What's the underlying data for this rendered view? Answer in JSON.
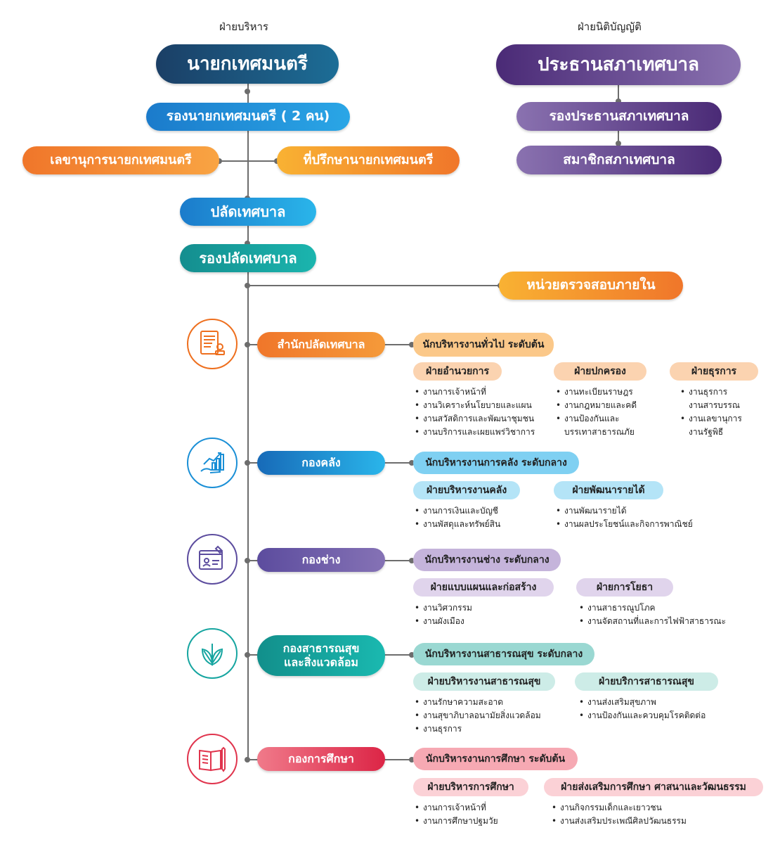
{
  "headers": {
    "executive": "ฝ่ายบริหาร",
    "legislative": "ฝ่ายนิติบัญญัติ"
  },
  "executive": {
    "mayor": "นายกเทศมนตรี",
    "deputy_mayor": "รองนายกเทศมนตรี ( 2 คน)",
    "secretary": "เลขานุการนายกเทศมนตรี",
    "advisor": "ที่ปรึกษานายกเทศมนตรี",
    "municipal_clerk": "ปลัดเทศบาล",
    "deputy_clerk": "รองปลัดเทศบาล",
    "audit_unit": "หน่วยตรวจสอบภายใน"
  },
  "legislative": {
    "president": "ประธานสภาเทศบาล",
    "vice_president": "รองประธานสภาเทศบาล",
    "members": "สมาชิกสภาเทศบาล"
  },
  "departments": [
    {
      "name": "สำนักปลัดเทศบาล",
      "head": "นักบริหารงานทั่วไป ระดับต้น",
      "icon": "document-stamp-icon",
      "color": "#ee6f1e",
      "divisions": [
        {
          "name": "ฝ่ายอำนวยการ",
          "tasks": [
            "งานการเจ้าหน้าที่",
            "งานวิเคราะห์นโยบายและแผน",
            "งานสวัสดิการและพัฒนาชุมชน",
            "งานบริการและเผยแพร่วิชาการ"
          ]
        },
        {
          "name": "ฝ่ายปกครอง",
          "tasks": [
            "งานทะเบียนราษฎร",
            "งานกฎหมายและคดี",
            "งานป้องกันและ"
          ],
          "extra": "บรรเทาสาธารณภัย"
        },
        {
          "name": "ฝ่ายธุรการ",
          "tasks": [
            "งานธุรการ"
          ],
          "extra1": "งานสารบรรณ",
          "tasks2": [
            "งานเลขานุการ"
          ],
          "extra2": "งานรัฐพิธี"
        }
      ]
    },
    {
      "name": "กองคลัง",
      "head": "นักบริหารงานการคลัง ระดับกลาง",
      "icon": "finance-growth-icon",
      "color": "#1a8fd6",
      "divisions": [
        {
          "name": "ฝ่ายบริหารงานคลัง",
          "tasks": [
            "งานการเงินและบัญชี",
            "งานพัสดุและทรัพย์สิน"
          ]
        },
        {
          "name": "ฝ่ายพัฒนารายได้",
          "tasks": [
            "งานพัฒนารายได้",
            "งานผลประโยชน์และกิจการพาณิชย์"
          ]
        }
      ]
    },
    {
      "name": "กองช่าง",
      "head": "นักบริหารงานช่าง ระดับกลาง",
      "icon": "engineer-wrench-icon",
      "color": "#5c4c9e",
      "divisions": [
        {
          "name": "ฝ่ายแบบแผนและก่อสร้าง",
          "tasks": [
            "งานวิศวกรรม",
            "งานผังเมือง"
          ]
        },
        {
          "name": "ฝ่ายการโยธา",
          "tasks": [
            "งานสาธารณูปโภค",
            "งานจัดสถานที่และการไฟฟ้าสาธารณะ"
          ]
        }
      ]
    },
    {
      "name_line1": "กองสาธารณสุข",
      "name_line2": "และสิ่งแวดล้อม",
      "head": "นักบริหารงานสาธารณสุข ระดับกลาง",
      "icon": "leaves-icon",
      "color": "#16a5a0",
      "divisions": [
        {
          "name": "ฝ่ายบริหารงานสาธารณสุข",
          "tasks": [
            "งานรักษาความสะอาด",
            "งานสุขาภิบาลอนามัยสิ่งแวดล้อม",
            "งานธุรการ"
          ]
        },
        {
          "name": "ฝ่ายบริการสาธารณสุข",
          "tasks": [
            "งานส่งเสริมสุขภาพ",
            "งานป้องกันและควบคุมโรคติดต่อ"
          ]
        }
      ]
    },
    {
      "name": "กองการศึกษา",
      "head": "นักบริหารงานการศึกษา ระดับต้น",
      "icon": "book-pencil-icon",
      "color": "#e0344d",
      "divisions": [
        {
          "name": "ฝ่ายบริหารการศึกษา",
          "tasks": [
            "งานการเจ้าหน้าที่",
            "งานการศึกษาปฐมวัย"
          ]
        },
        {
          "name": "ฝ่ายส่งเสริมการศึกษา ศาสนาและวัฒนธรรม",
          "tasks": [
            "งานกิจกรรมเด็กและเยาวชน",
            "งานส่งเสริมประเพณีศิลปวัฒนธรรม"
          ]
        }
      ]
    }
  ]
}
